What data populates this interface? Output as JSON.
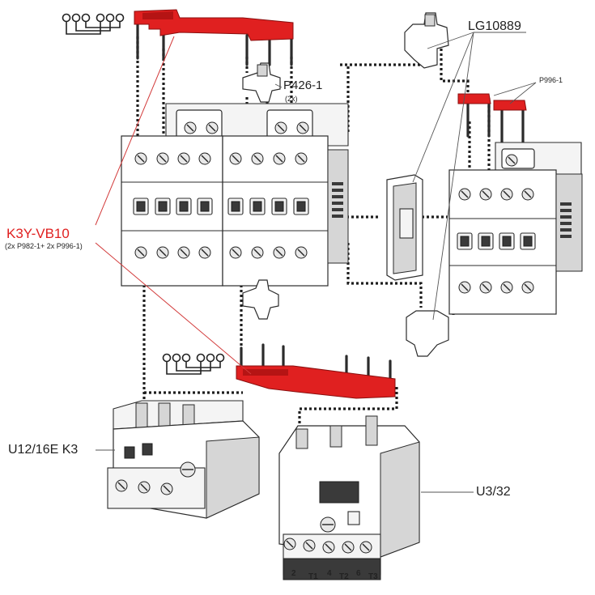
{
  "labels": {
    "lg10889": "LG10889",
    "p426": "P426-1",
    "p426_qty": "(2x)",
    "p996": "P996-1",
    "k3y": "K3Y-VB10",
    "k3y_detail": "(2x P982-1+ 2x P996-1)",
    "u12": "U12/16E K3",
    "u3": "U3/32"
  },
  "terminals": [
    "2",
    "T1",
    "4",
    "T2",
    "6",
    "T3"
  ],
  "colors": {
    "accent_red": "#e02020",
    "leader_red": "#d23a3a",
    "outline": "#2b2b2b"
  },
  "icons": {
    "schematic_top": "busbar-schematic-icon",
    "schematic_bottom": "busbar-schematic-icon"
  }
}
